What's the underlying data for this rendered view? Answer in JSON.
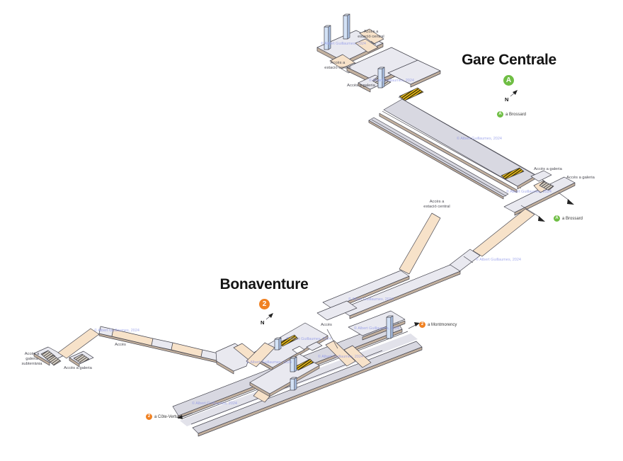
{
  "watermark": "© Albert Guillaumes, 2024",
  "colors": {
    "line_a_green": "#6cbb33",
    "line_2_orange": "#f58220",
    "badge_a_green": "#6fbe44",
    "badge_2_orange": "#f08122"
  },
  "gare_centrale": {
    "title": "Gare Centrale",
    "badge_letter": "A",
    "compass": "N",
    "dest_brossard": "a Brossard",
    "acces_estacio": "Accès a estació central",
    "acces_galeria": "Accès a galeria"
  },
  "bonaventure": {
    "title": "Bonaventure",
    "badge_number": "2",
    "compass": "N",
    "dest_montmorency": "a Montmorency",
    "dest_cote_vertu": "a Côte-Vertu",
    "acces": "Accès",
    "acces_galeria": "Accès a galeria",
    "acces_galeria_subterrania": "Accès a galeria subterrània"
  }
}
